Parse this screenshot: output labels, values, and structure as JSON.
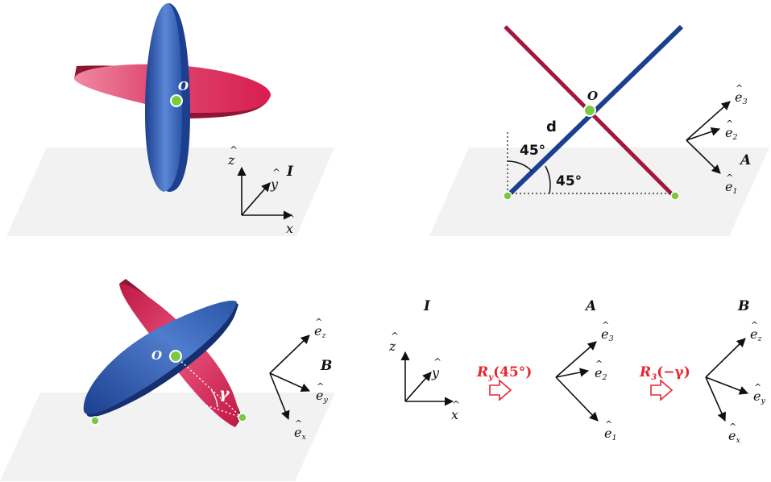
{
  "colors": {
    "blue": "#1c3f8f",
    "blue_light": "#5b86d6",
    "red": "#d81e4f",
    "red_light": "#f08aa3",
    "dot": "#7ac943",
    "plane": "#f2f2f2",
    "arrow_red": "#e8262e"
  },
  "panel_tl": {
    "origin": "O",
    "frame": "I",
    "ax_z": "z",
    "ax_y": "y",
    "ax_x": "x"
  },
  "panel_tr": {
    "origin": "O",
    "dist": "d",
    "angle1": "45°",
    "angle2": "45°",
    "frame": "A",
    "e3": "e",
    "e3_sub": "3",
    "e2": "e",
    "e2_sub": "2",
    "e1": "e",
    "e1_sub": "1"
  },
  "panel_bl": {
    "origin": "O",
    "gamma": "γ",
    "frame": "B",
    "ez": "e",
    "ez_sub": "z",
    "ey": "e",
    "ey_sub": "y",
    "ex": "e",
    "ex_sub": "x"
  },
  "panel_br": {
    "frame_I": "I",
    "frame_A": "A",
    "frame_B": "B",
    "z": "z",
    "y": "y",
    "x": "x",
    "rot1_R": "R",
    "rot1_sub": "y",
    "rot1_arg": "(45°)",
    "rot2_R": "R",
    "rot2_sub": "3",
    "rot2_arg": "(−γ)",
    "e3": "e",
    "e3_sub": "3",
    "e2": "e",
    "e2_sub": "2",
    "e1": "e",
    "e1_sub": "1",
    "ez": "e",
    "ez_sub": "z",
    "ey": "e",
    "ey_sub": "y",
    "ex": "e",
    "ex_sub": "x"
  }
}
